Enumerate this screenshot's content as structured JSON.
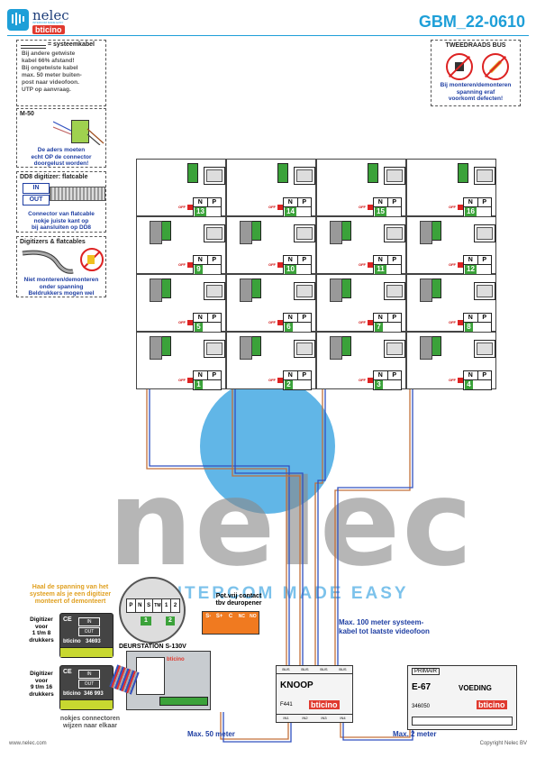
{
  "header": {
    "brand": "nelec",
    "brand_tagline": "INTERCOM MADE EASY",
    "sub_brand": "bticino",
    "doc_id": "GBM_22-0610"
  },
  "notes": {
    "systeemkabel": {
      "title": "= systeemkabel",
      "lines": [
        "Bij andere getwiste",
        "kabel 66% afstand!",
        "Bij ongetwiste kabel",
        "max. 50 meter buiten-",
        "post naar videofoon.",
        "UTP op aanvraag."
      ]
    },
    "m50": {
      "title": "M-50",
      "lines": [
        "De aders moeten",
        "echt OP de connector",
        "doorgelust worden!"
      ]
    },
    "dd8": {
      "title": "DD8 digitizer: flatcable",
      "in": "IN",
      "out": "OUT",
      "lines": [
        "Connector van flatcable",
        "nokje juiste kant op",
        "bij aansluiten op DD8"
      ]
    },
    "digitizers": {
      "title": "Digitizers & flatcables",
      "lines": [
        "Niet monteren/demonteren",
        "onder spanning",
        "Beldrukkers mogen wel"
      ]
    },
    "tweedraads": {
      "title": "TWEEDRAADS BUS",
      "lines": [
        "Bij monteren/demonteren",
        "spanning eraf",
        "voorkomt defecten!"
      ]
    }
  },
  "apartments": {
    "off_label": "OFF",
    "n_label": "N",
    "p_label": "P",
    "rows": [
      [
        "13",
        "14",
        "15",
        "16"
      ],
      [
        "9",
        "10",
        "11",
        "12"
      ],
      [
        "5",
        "6",
        "7",
        "8"
      ],
      [
        "1",
        "2",
        "3",
        "4"
      ]
    ]
  },
  "bottom": {
    "digitizer_warning": [
      "Haal de spanning van het",
      "systeem als je een digitizer",
      "monteert of demonteert"
    ],
    "digitizer1_label": [
      "Digitizer",
      "voor",
      "1 t/m 8",
      "drukkers"
    ],
    "digitizer1_code": "34693",
    "digitizer2_label": [
      "Digitizer",
      "voor",
      "9 t/m 16",
      "drukkers"
    ],
    "digitizer2_code": "346 993",
    "digitizer_in": "IN",
    "digitizer_out": "OUT",
    "connector_note": [
      "nokjes connectoren",
      "wijzen naar elkaar"
    ],
    "pin_labels": [
      "P",
      "N",
      "S",
      "TM",
      "1",
      "2"
    ],
    "pin_numbers": [
      "1",
      "2"
    ],
    "deurstation": "DEURSTATION S-130V",
    "pot_contact": [
      "Pot.vrij contact",
      "tbv deuropener"
    ],
    "relay_terms": [
      "S-",
      "S+",
      "C",
      "NC",
      "NO"
    ],
    "knoop_title": "KNOOP",
    "knoop_code": "F441",
    "knoop_terms": [
      "BUS",
      "BUS",
      "BUS",
      "BUS"
    ],
    "knoop_bottom_terms": [
      "IN1",
      "IN2",
      "IN3",
      "IN4"
    ],
    "max100": [
      "Max. 100 meter systeem-",
      "kabel tot laatste videofoon"
    ],
    "max50": "Max. 50 meter",
    "max2": "Max. 2 meter",
    "psu_primair": "PRIMAIR",
    "psu_model": "E-67",
    "psu_voeding": "VOEDING",
    "psu_code": "346050",
    "website": "www.nelec.com",
    "copyright": "Copyright Nelec BV",
    "bticino": "bticino"
  }
}
